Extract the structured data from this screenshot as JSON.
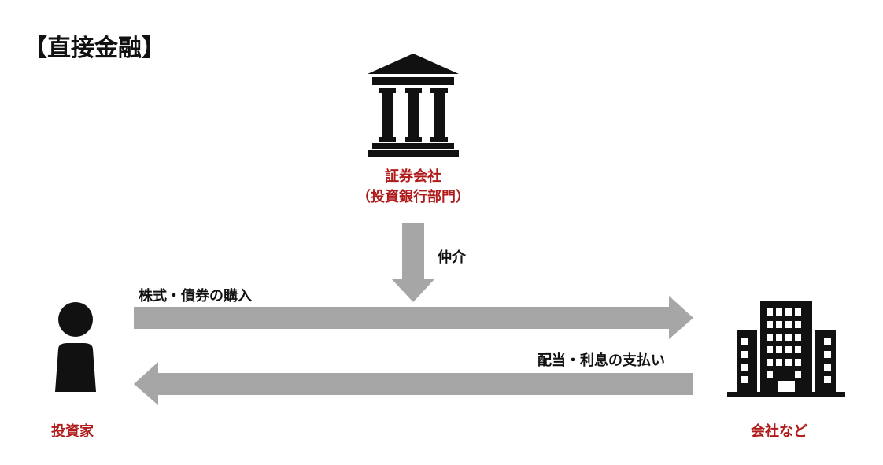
{
  "title": "【直接金融】",
  "nodes": {
    "broker": {
      "label_line1": "証券会社",
      "label_line2": "（投資銀行部門）",
      "icon": "bank-building-icon"
    },
    "investor": {
      "label": "投資家",
      "icon": "person-icon"
    },
    "company": {
      "label": "会社など",
      "icon": "office-building-icon"
    }
  },
  "edges": {
    "mediation": "仲介",
    "purchase": "株式・債券の購入",
    "payment": "配当・利息の支払い"
  },
  "colors": {
    "accent": "#b01c1c",
    "arrow": "#a6a6a6",
    "icon": "#111111",
    "text": "#111111"
  }
}
